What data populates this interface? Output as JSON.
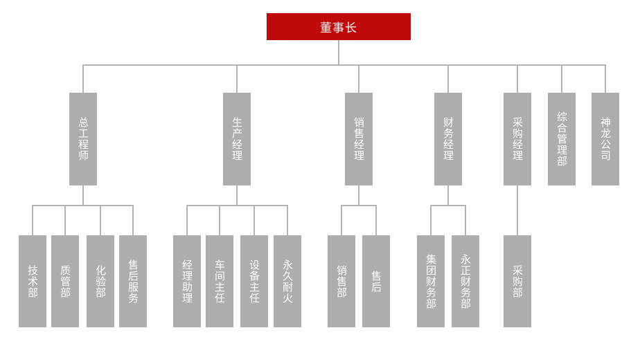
{
  "root": {
    "label": "董事长"
  },
  "departments": [
    {
      "label": "总工程师",
      "children": [
        "技术部",
        "质管部",
        "化验部",
        "售后服务"
      ]
    },
    {
      "label": "生产经理",
      "children": [
        "经理助理",
        "车间主任",
        "设备主任",
        "永久耐火"
      ]
    },
    {
      "label": "销售经理",
      "children": [
        "销售部",
        "售后"
      ]
    },
    {
      "label": "财务经理",
      "children": [
        "集团财务部",
        "永正财务部"
      ]
    },
    {
      "label": "采购经理",
      "children": [
        "采购部"
      ]
    },
    {
      "label": "综合管理部",
      "children": []
    },
    {
      "label": "神龙公司",
      "children": []
    }
  ],
  "colors": {
    "root": "#c00a0a",
    "node": "#adadad",
    "connector": "#b3b3b3",
    "text": "#ffffff"
  }
}
